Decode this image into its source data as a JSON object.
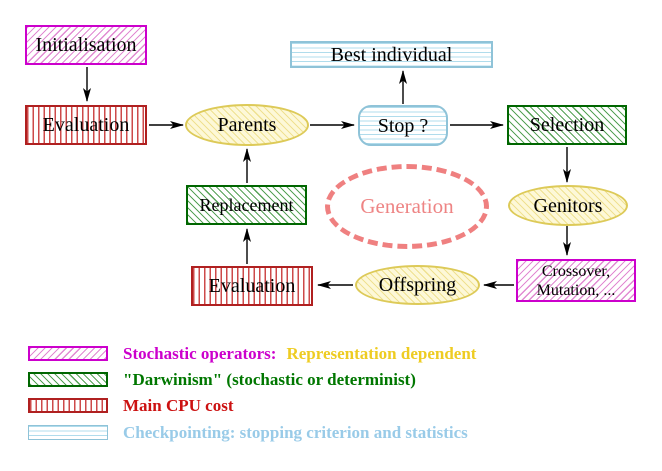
{
  "nodes": {
    "initialisation": "Initialisation",
    "evaluation_top": "Evaluation",
    "parents": "Parents",
    "best_individual": "Best individual",
    "stop": "Stop ?",
    "selection": "Selection",
    "genitors": "Genitors",
    "crossover_line1": "Crossover,",
    "crossover_line2": "Mutation, ...",
    "offspring": "Offspring",
    "evaluation_bottom": "Evaluation",
    "replacement": "Replacement",
    "generation": "Generation"
  },
  "legend": {
    "stochastic": {
      "label": "Stochastic operators:",
      "label2": "Representation dependent"
    },
    "darwinism": {
      "label": "\"Darwinism\" (stochastic or determinist)"
    },
    "cpu": {
      "label": "Main CPU cost"
    },
    "checkpointing": {
      "label": "Checkpointing: stopping criterion and statistics"
    }
  },
  "colors": {
    "magenta_border": "#cc00cc",
    "magenta_hatch": "#e18ad2",
    "green_border": "#006600",
    "green_hatch": "#57a257",
    "red_border": "#b02020",
    "red_stripe": "#cd4a4a",
    "cyan_border": "#8fc3d8",
    "cyan_stripe": "#b0dcec",
    "yellow_border": "#ddca58",
    "yellow_fill": "#fdf8d8",
    "generation_dash": "#ef8080",
    "legend_stochastic_text": "#cc00cc",
    "legend_representation_text": "#eecc22",
    "legend_darwinism_text": "#007700",
    "legend_cpu_text": "#cc1111",
    "legend_checkpointing_text": "#99cbe8",
    "arrow": "#000000"
  }
}
